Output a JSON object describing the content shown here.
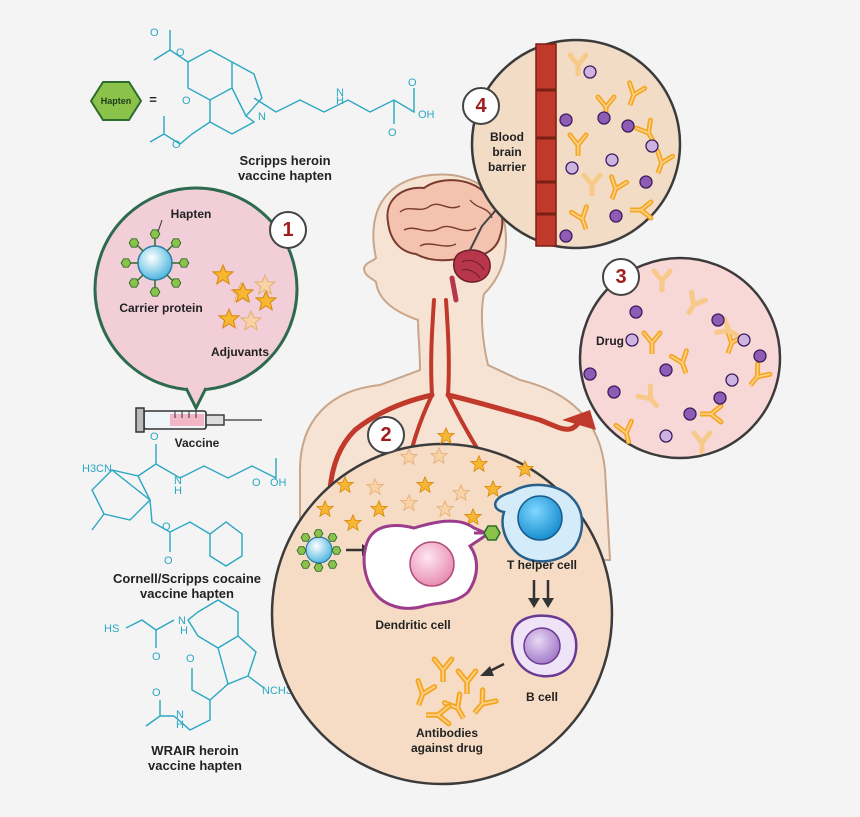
{
  "hapten_key": {
    "badge_label": "Hapten",
    "equals": "="
  },
  "structures": {
    "scripps_heroin": {
      "caption": "Scripps heroin\nvaccine hapten",
      "atoms": [
        "O",
        "O",
        "O",
        "O",
        "N",
        "H",
        "N",
        "O",
        "OH",
        "O"
      ]
    },
    "cornell_cocaine": {
      "caption": "Cornell/Scripps cocaine\nvaccine hapten",
      "atoms": [
        "H3C",
        "N",
        "O",
        "N",
        "H",
        "O",
        "OH",
        "O",
        "O"
      ]
    },
    "wrair_heroin": {
      "caption": "WRAIR heroin\nvaccine hapten",
      "atoms": [
        "HS",
        "N",
        "H",
        "O",
        "O",
        "N",
        "H",
        "NCH3",
        "O"
      ]
    }
  },
  "panel1": {
    "number": "1",
    "hapten_label": "Hapten",
    "carrier_label": "Carrier protein",
    "adjuvants_label": "Adjuvants",
    "vaccine_label": "Vaccine"
  },
  "panel2": {
    "number": "2",
    "dendritic_label": "Dendritic cell",
    "t_helper_label": "T helper cell",
    "b_cell_label": "B cell",
    "antibodies_label": "Antibodies\nagainst drug"
  },
  "panel3": {
    "number": "3",
    "drug_label": "Drug"
  },
  "panel4": {
    "number": "4",
    "bbb_label": "Blood\nbrain\nbarrier"
  },
  "colors": {
    "background": "#f4f4f4",
    "body_skin": "#f6e3d3",
    "circle1_fill": "#f2cfd8",
    "circle_outline": "#2d6a4f",
    "circle3_fill": "#f8d7d7",
    "circle4_fill": "#f3dcc5",
    "vessel": "#c0392b",
    "number": "#a11d1d",
    "chemistry": "#2aa7c2",
    "antibody": "#f5a623",
    "drug": "#8e5bb5",
    "hapten": "#8bc34a",
    "carrier": "#7fd1ee"
  }
}
